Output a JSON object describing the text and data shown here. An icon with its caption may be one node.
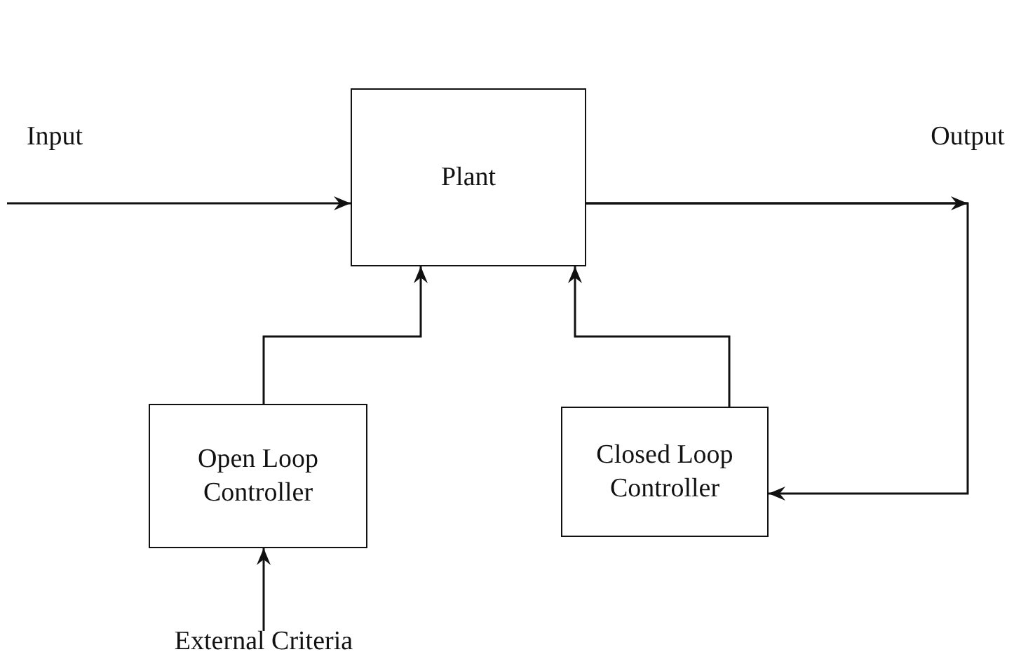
{
  "diagram": {
    "nodes": [
      {
        "text": [
          "Input"
        ]
      },
      {
        "text": [
          "Plant"
        ]
      },
      {
        "text": [
          "Output"
        ]
      },
      {
        "text": [
          "Open Loop Controller"
        ]
      },
      {
        "text": [
          "Closed Loop Controller"
        ]
      },
      {
        "text": [
          "External Criteria"
        ]
      }
    ],
    "edges": [
      {
        "from": 0,
        "to": 1,
        "arrow": "to"
      },
      {
        "from": 1,
        "to": 2,
        "arrow": "to"
      },
      {
        "from": 1,
        "to": 4,
        "arrow": "to"
      },
      {
        "from": 3,
        "to": 1,
        "arrow": "to"
      },
      {
        "from": 4,
        "to": 1,
        "arrow": "to"
      },
      {
        "from": 5,
        "to": 3,
        "arrow": "to"
      }
    ]
  }
}
